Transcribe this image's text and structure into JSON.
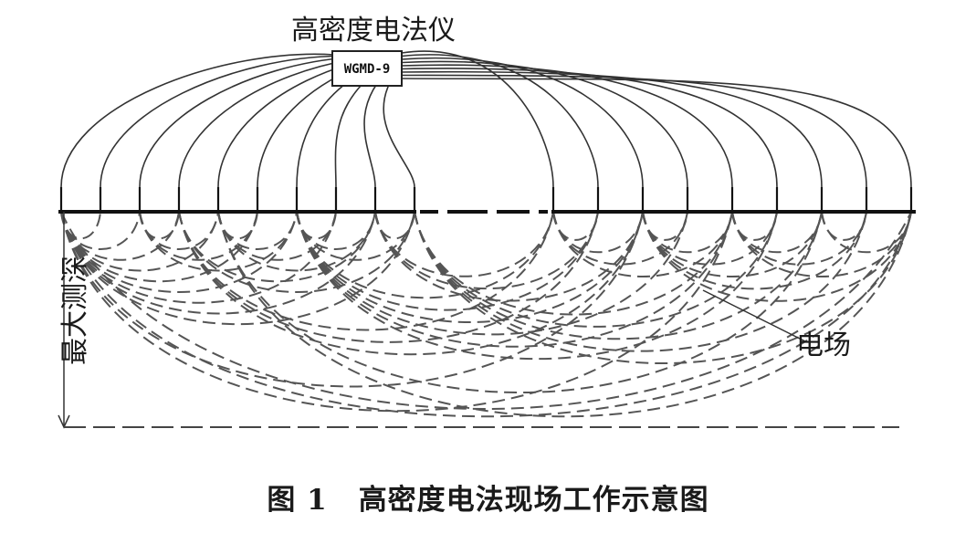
{
  "instrument_title": "高密度电法仪",
  "device_label": "WGMD-9",
  "field_label": "电场",
  "depth_label": "最大测深",
  "caption": {
    "figure_number": "图 1",
    "title": "高密度电法现场工作示意图"
  }
}
